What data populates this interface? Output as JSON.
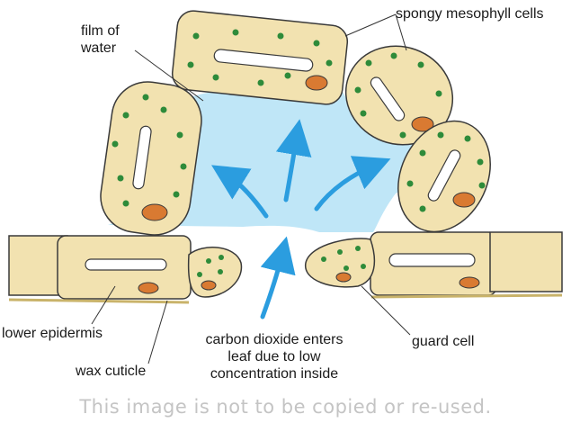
{
  "labels": {
    "film_of_water": [
      "film of",
      "water"
    ],
    "spongy_mesophyll": "spongy mesophyll cells",
    "lower_epidermis": "lower epidermis",
    "wax_cuticle": "wax cuticle",
    "co2_caption": [
      "carbon dioxide enters",
      "leaf due to low",
      "concentration inside"
    ],
    "guard_cell": "guard cell"
  },
  "watermark": "This image is not to be copied or re-used.",
  "colors": {
    "cell_fill": "#f2e2b0",
    "cell_outline": "#3a3a3a",
    "chloroplast": "#2e8b3a",
    "nucleus": "#d97a32",
    "vacuole": "#ffffff",
    "water_film": "#bfe6f7",
    "arrow": "#2b9ddf",
    "cuticle": "#c9b36a"
  }
}
